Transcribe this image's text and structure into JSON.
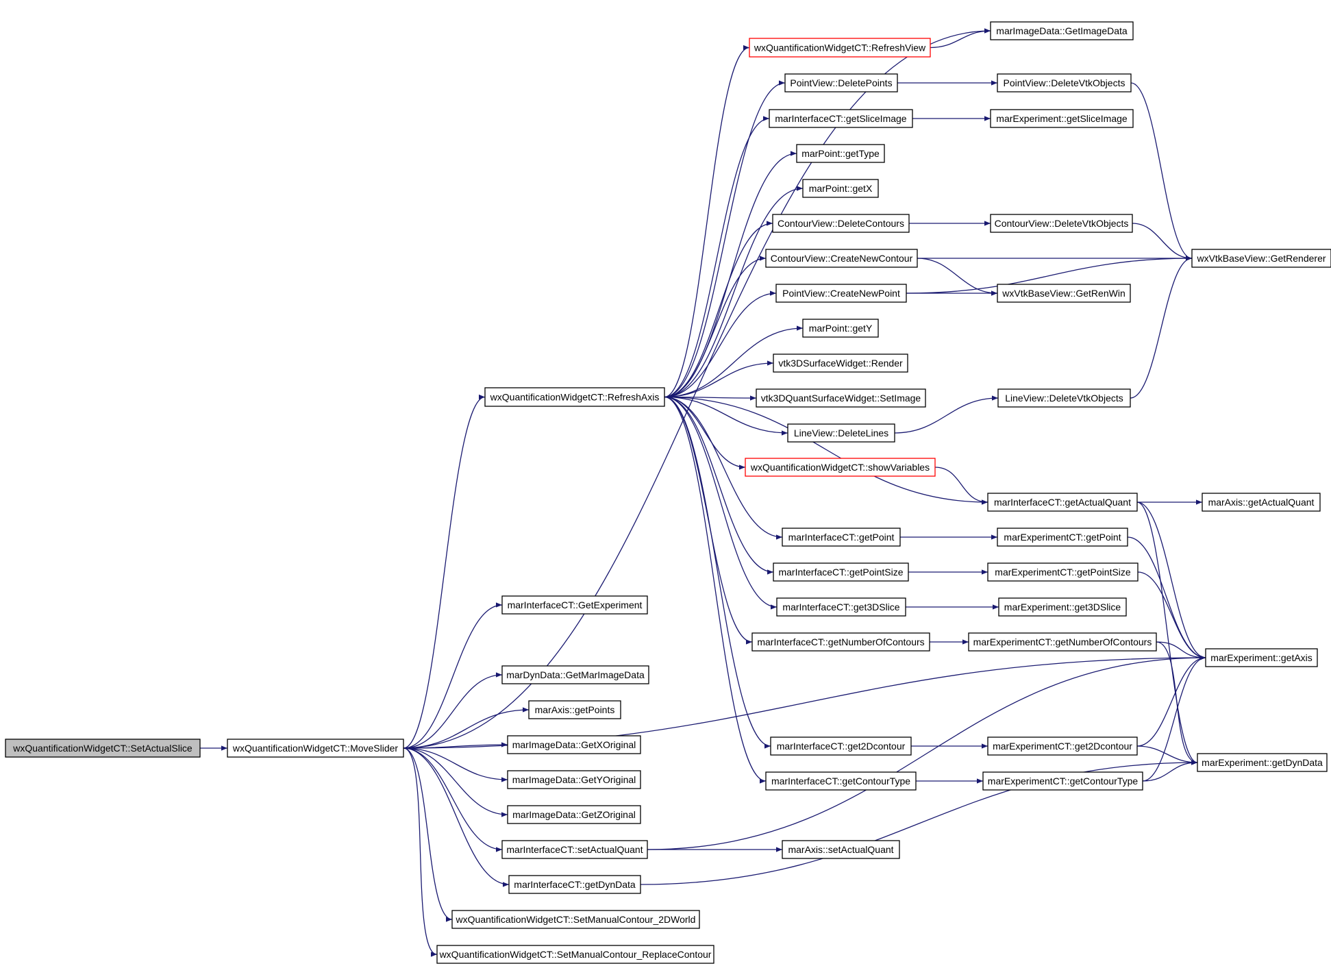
{
  "graph": {
    "colors": {
      "edge": "#191970",
      "border": "#000000",
      "root_fill": "#bfbfbf",
      "highlight_border": "#ff0000"
    },
    "nodes": [
      {
        "id": "setActualSlice",
        "label": "wxQuantificationWidgetCT::SetActualSlice",
        "style": "root"
      },
      {
        "id": "moveSlider",
        "label": "wxQuantificationWidgetCT::MoveSlider"
      },
      {
        "id": "refreshAxis",
        "label": "wxQuantificationWidgetCT::RefreshAxis"
      },
      {
        "id": "getExperiment",
        "label": "marInterfaceCT::GetExperiment"
      },
      {
        "id": "getMarImageData",
        "label": "marDynData::GetMarImageData"
      },
      {
        "id": "axisGetPoints",
        "label": "marAxis::getPoints"
      },
      {
        "id": "getXOriginal",
        "label": "marImageData::GetXOriginal"
      },
      {
        "id": "getYOriginal",
        "label": "marImageData::GetYOriginal"
      },
      {
        "id": "getZOriginal",
        "label": "marImageData::GetZOriginal"
      },
      {
        "id": "ifSetActualQuant",
        "label": "marInterfaceCT::setActualQuant"
      },
      {
        "id": "ifGetDynData",
        "label": "marInterfaceCT::getDynData"
      },
      {
        "id": "setManual2D",
        "label": "wxQuantificationWidgetCT::SetManualContour_2DWorld"
      },
      {
        "id": "setManualReplace",
        "label": "wxQuantificationWidgetCT::SetManualContour_ReplaceContour"
      },
      {
        "id": "refreshView",
        "label": "wxQuantificationWidgetCT::RefreshView",
        "style": "red"
      },
      {
        "id": "pvDeletePoints",
        "label": "PointView::DeletePoints"
      },
      {
        "id": "ifGetSliceImage",
        "label": "marInterfaceCT::getSliceImage"
      },
      {
        "id": "ptGetType",
        "label": "marPoint::getType"
      },
      {
        "id": "ptGetX",
        "label": "marPoint::getX"
      },
      {
        "id": "cvDeleteContours",
        "label": "ContourView::DeleteContours"
      },
      {
        "id": "cvCreateNewContour",
        "label": "ContourView::CreateNewContour"
      },
      {
        "id": "pvCreateNewPoint",
        "label": "PointView::CreateNewPoint"
      },
      {
        "id": "ptGetY",
        "label": "marPoint::getY"
      },
      {
        "id": "vtkRender",
        "label": "vtk3DSurfaceWidget::Render"
      },
      {
        "id": "vtkSetImage",
        "label": "vtk3DQuantSurfaceWidget::SetImage"
      },
      {
        "id": "lvDeleteLines",
        "label": "LineView::DeleteLines"
      },
      {
        "id": "showVariables",
        "label": "wxQuantificationWidgetCT::showVariables",
        "style": "red"
      },
      {
        "id": "ifGetPoint",
        "label": "marInterfaceCT::getPoint"
      },
      {
        "id": "ifGetPointSize",
        "label": "marInterfaceCT::getPointSize"
      },
      {
        "id": "ifGet3DSlice",
        "label": "marInterfaceCT::get3DSlice"
      },
      {
        "id": "ifGetNumContours",
        "label": "marInterfaceCT::getNumberOfContours"
      },
      {
        "id": "ifGet2Dcontour",
        "label": "marInterfaceCT::get2Dcontour"
      },
      {
        "id": "ifGetContourType",
        "label": "marInterfaceCT::getContourType"
      },
      {
        "id": "axisSetActualQuant",
        "label": "marAxis::setActualQuant"
      },
      {
        "id": "imgGetImageData",
        "label": "marImageData::GetImageData"
      },
      {
        "id": "pvDeleteVtk",
        "label": "PointView::DeleteVtkObjects"
      },
      {
        "id": "expGetSliceImage",
        "label": "marExperiment::getSliceImage"
      },
      {
        "id": "cvDeleteVtk",
        "label": "ContourView::DeleteVtkObjects"
      },
      {
        "id": "getRenWin",
        "label": "wxVtkBaseView::GetRenWin"
      },
      {
        "id": "lvDeleteVtk",
        "label": "LineView::DeleteVtkObjects"
      },
      {
        "id": "ifGetActualQuant",
        "label": "marInterfaceCT::getActualQuant"
      },
      {
        "id": "expctGetPoint",
        "label": "marExperimentCT::getPoint"
      },
      {
        "id": "expctGetPointSize",
        "label": "marExperimentCT::getPointSize"
      },
      {
        "id": "expGet3DSlice",
        "label": "marExperiment::get3DSlice"
      },
      {
        "id": "expctGetNumContours",
        "label": "marExperimentCT::getNumberOfContours"
      },
      {
        "id": "expctGet2Dcontour",
        "label": "marExperimentCT::get2Dcontour"
      },
      {
        "id": "expctGetContourType",
        "label": "marExperimentCT::getContourType"
      },
      {
        "id": "getRenderer",
        "label": "wxVtkBaseView::GetRenderer"
      },
      {
        "id": "axisGetActualQuant",
        "label": "marAxis::getActualQuant"
      },
      {
        "id": "expGetAxis",
        "label": "marExperiment::getAxis"
      },
      {
        "id": "expGetDynData",
        "label": "marExperiment::getDynData"
      }
    ],
    "edges": [
      [
        "setActualSlice",
        "moveSlider"
      ],
      [
        "moveSlider",
        "refreshAxis"
      ],
      [
        "moveSlider",
        "imgGetImageData"
      ],
      [
        "moveSlider",
        "getExperiment"
      ],
      [
        "moveSlider",
        "expGetAxis"
      ],
      [
        "moveSlider",
        "getMarImageData"
      ],
      [
        "moveSlider",
        "axisGetPoints"
      ],
      [
        "moveSlider",
        "getXOriginal"
      ],
      [
        "moveSlider",
        "getYOriginal"
      ],
      [
        "moveSlider",
        "getZOriginal"
      ],
      [
        "moveSlider",
        "ifSetActualQuant"
      ],
      [
        "moveSlider",
        "ifGetDynData"
      ],
      [
        "moveSlider",
        "setManual2D"
      ],
      [
        "moveSlider",
        "setManualReplace"
      ],
      [
        "refreshAxis",
        "refreshView"
      ],
      [
        "refreshAxis",
        "pvDeletePoints"
      ],
      [
        "refreshAxis",
        "ifGetSliceImage"
      ],
      [
        "refreshAxis",
        "ptGetType"
      ],
      [
        "refreshAxis",
        "ptGetX"
      ],
      [
        "refreshAxis",
        "cvDeleteContours"
      ],
      [
        "refreshAxis",
        "cvCreateNewContour"
      ],
      [
        "refreshAxis",
        "pvCreateNewPoint"
      ],
      [
        "refreshAxis",
        "ptGetY"
      ],
      [
        "refreshAxis",
        "vtkRender"
      ],
      [
        "refreshAxis",
        "vtkSetImage"
      ],
      [
        "refreshAxis",
        "lvDeleteLines"
      ],
      [
        "refreshAxis",
        "showVariables"
      ],
      [
        "refreshAxis",
        "ifGetActualQuant"
      ],
      [
        "refreshAxis",
        "ifGetPoint"
      ],
      [
        "refreshAxis",
        "ifGetPointSize"
      ],
      [
        "refreshAxis",
        "ifGet3DSlice"
      ],
      [
        "refreshAxis",
        "ifGetNumContours"
      ],
      [
        "refreshAxis",
        "ifGet2Dcontour"
      ],
      [
        "refreshAxis",
        "ifGetContourType"
      ],
      [
        "refreshView",
        "imgGetImageData"
      ],
      [
        "pvDeletePoints",
        "pvDeleteVtk"
      ],
      [
        "ifGetSliceImage",
        "expGetSliceImage"
      ],
      [
        "cvDeleteContours",
        "cvDeleteVtk"
      ],
      [
        "cvCreateNewContour",
        "getRenderer"
      ],
      [
        "cvCreateNewContour",
        "getRenWin"
      ],
      [
        "pvCreateNewPoint",
        "getRenWin"
      ],
      [
        "pvCreateNewPoint",
        "getRenderer"
      ],
      [
        "lvDeleteLines",
        "lvDeleteVtk"
      ],
      [
        "showVariables",
        "ifGetActualQuant"
      ],
      [
        "ifGetPoint",
        "expctGetPoint"
      ],
      [
        "ifGetPointSize",
        "expctGetPointSize"
      ],
      [
        "ifGet3DSlice",
        "expGet3DSlice"
      ],
      [
        "ifGetNumContours",
        "expctGetNumContours"
      ],
      [
        "ifGet2Dcontour",
        "expctGet2Dcontour"
      ],
      [
        "ifGetContourType",
        "expctGetContourType"
      ],
      [
        "ifSetActualQuant",
        "axisSetActualQuant"
      ],
      [
        "ifSetActualQuant",
        "expGetAxis"
      ],
      [
        "ifGetDynData",
        "expGetDynData"
      ],
      [
        "pvDeleteVtk",
        "getRenderer"
      ],
      [
        "cvDeleteVtk",
        "getRenderer"
      ],
      [
        "lvDeleteVtk",
        "getRenderer"
      ],
      [
        "ifGetActualQuant",
        "axisGetActualQuant"
      ],
      [
        "ifGetActualQuant",
        "expGetAxis"
      ],
      [
        "ifGetActualQuant",
        "expGetDynData"
      ],
      [
        "expctGetPoint",
        "expGetAxis"
      ],
      [
        "expctGetPointSize",
        "expGetAxis"
      ],
      [
        "expctGetNumContours",
        "expGetAxis"
      ],
      [
        "expctGetNumContours",
        "expGetDynData"
      ],
      [
        "expctGet2Dcontour",
        "expGetAxis"
      ],
      [
        "expctGet2Dcontour",
        "expGetDynData"
      ],
      [
        "expctGetContourType",
        "expGetAxis"
      ],
      [
        "expctGetContourType",
        "expGetDynData"
      ]
    ]
  }
}
